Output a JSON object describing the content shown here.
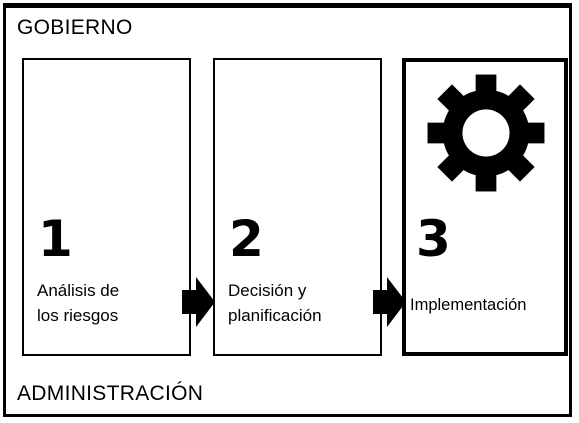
{
  "diagram": {
    "top_section_label": "GOBIERNO",
    "bottom_section_label": "ADMINISTRACIÓN",
    "steps": [
      {
        "number": "1",
        "label_line1": "Análisis de",
        "label_line2": "los riesgos"
      },
      {
        "number": "2",
        "label_line1": "Decisión y",
        "label_line2": "planificación"
      },
      {
        "number": "3",
        "label_line1": "Implementación",
        "label_line2": ""
      }
    ],
    "icons": {
      "step3": "gear-icon",
      "connector": "arrow-right-icon"
    },
    "colors": {
      "ink": "#000000",
      "background": "#ffffff"
    }
  }
}
